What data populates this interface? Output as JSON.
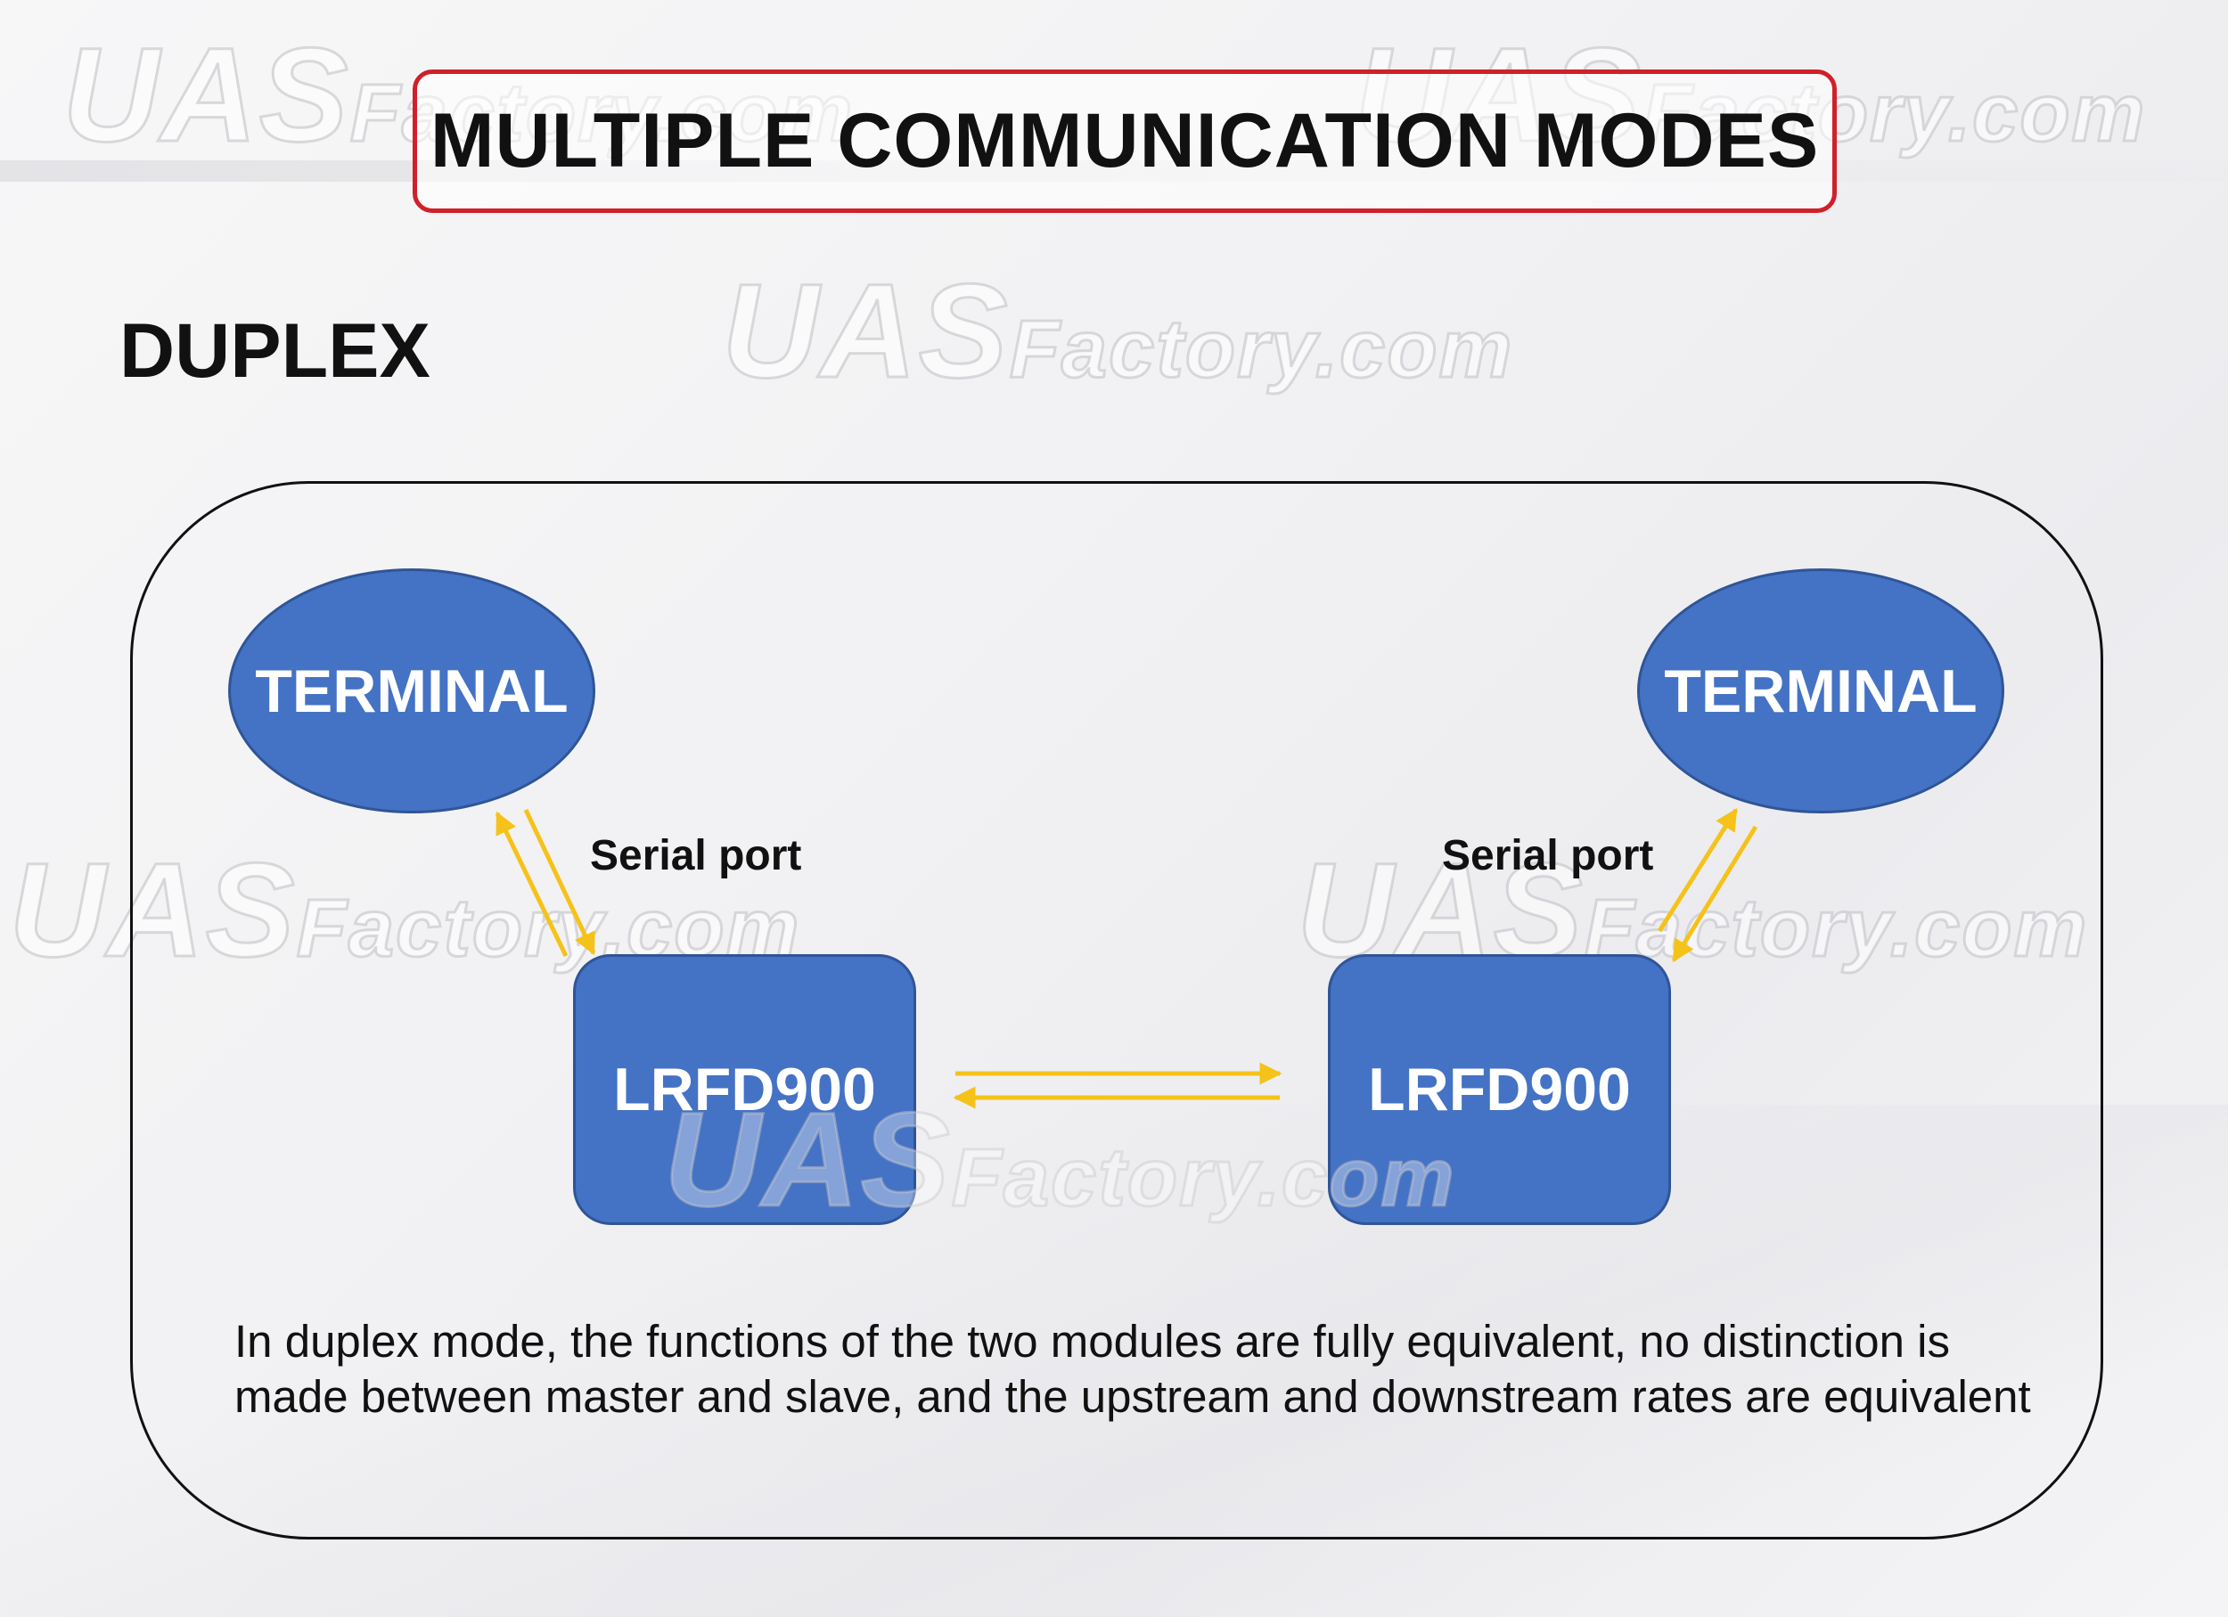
{
  "title": "MULTIPLE COMMUNICATION MODES",
  "section_heading": "DUPLEX",
  "diagram": {
    "terminal_left": "TERMINAL",
    "terminal_right": "TERMINAL",
    "module_left": "LRFD900",
    "module_right": "LRFD900",
    "port_label_left": "Serial port",
    "port_label_right": "Serial port"
  },
  "caption": {
    "line1": "In duplex mode, the functions of the two modules are fully equivalent, no distinction is",
    "line2": "made between master and slave, and the upstream and downstream rates are equivalent"
  },
  "watermark": {
    "brand": "UAS",
    "domain": "Factory.com"
  },
  "colors": {
    "title_border": "#d0202a",
    "shape_fill": "#4472c4",
    "shape_border": "#2f5597",
    "arrow": "#f5c21a"
  }
}
